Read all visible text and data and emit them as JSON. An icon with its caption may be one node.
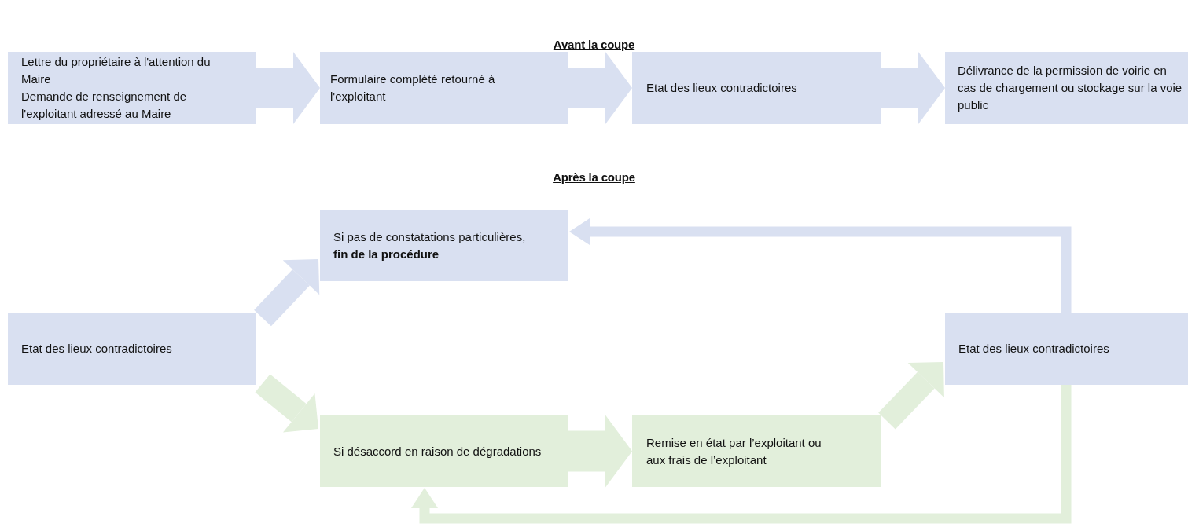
{
  "diagram": {
    "nodes": [
      {
        "text": [
          "Lettre du propriétaire à l'attention du Maire",
          "Demande de renseignement de l'exploitant adressé au Maire"
        ]
      },
      {
        "text": [
          "Formulaire complété retourné à l'exploitant"
        ]
      },
      {
        "text": [
          "Etat des lieux contradictoires"
        ]
      },
      {
        "text": [
          "Délivrance de la permission de voirie en cas de chargement ou stockage sur la voie public"
        ]
      },
      {
        "text": [
          "Si pas de constatations particulières, **fin de la procédure**"
        ]
      },
      {
        "text": [
          "Etat des lieux contradictoires"
        ]
      },
      {
        "text": [
          "Si désaccord en raison de dégradations"
        ]
      },
      {
        "text": [
          "Remise en état par l’exploitant ou aux frais de l’exploitant"
        ]
      },
      {
        "text": [
          "Etat des lieux contradictoires"
        ]
      }
    ],
    "edges": [
      {
        "from": 0,
        "to": 1,
        "arrow": "to"
      },
      {
        "from": 1,
        "to": 2,
        "arrow": "to"
      },
      {
        "from": 2,
        "to": 3,
        "arrow": "to"
      },
      {
        "from": 5,
        "to": 4,
        "arrow": "to"
      },
      {
        "from": 5,
        "to": 6,
        "arrow": "to",
        "color": "#e2efdb"
      },
      {
        "from": 6,
        "to": 7,
        "arrow": "to",
        "color": "#e2efdb"
      },
      {
        "from": 7,
        "to": 8,
        "arrow": "to",
        "color": "#e2efdb"
      },
      {
        "from": 8,
        "to": 4,
        "arrow": "to"
      },
      {
        "from": 8,
        "to": 6,
        "arrow": "to",
        "color": "#e2efdb"
      }
    ],
    "labels": [
      "Avant la coupe",
      "Après la coupe"
    ]
  }
}
